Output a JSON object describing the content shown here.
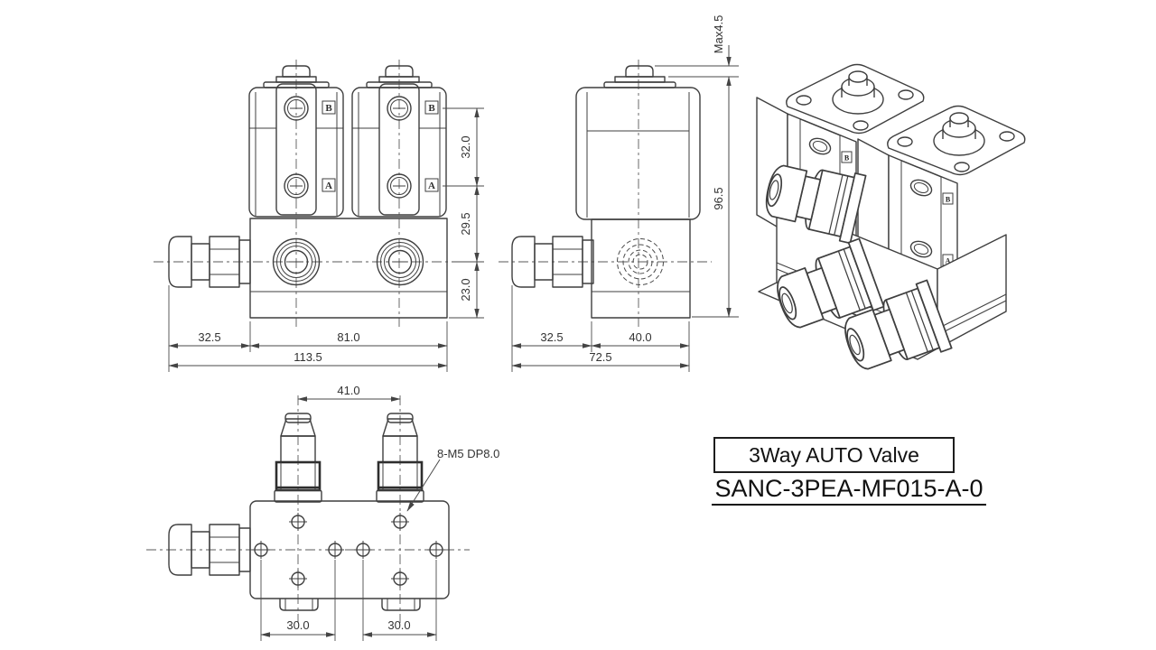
{
  "drawing": {
    "title_block": {
      "title": "3Way AUTO Valve",
      "part_number": "SANC-3PEA-MF015-A-0"
    },
    "views": {
      "front": {
        "port_labels": {
          "b": "B",
          "a": "A"
        },
        "dims": {
          "port_spacing": "32.0",
          "port_to_base_port": "29.5",
          "base_port_to_bottom": "23.0",
          "fitting_length": "32.5",
          "base_width": "81.0",
          "overall_width": "113.5"
        }
      },
      "side": {
        "dims": {
          "button_height": "Max4.5",
          "body_height": "96.5",
          "fitting_length": "32.5",
          "base_depth": "40.0",
          "overall_depth": "72.5"
        }
      },
      "bottom": {
        "thread_note": "8-M5 DP8.0",
        "dims": {
          "fitting_spacing": "41.0",
          "hole_spacing_left": "30.0",
          "hole_spacing_right": "30.0"
        }
      },
      "iso": {
        "port_labels": {
          "b": "B",
          "a": "A"
        }
      }
    },
    "colors": {
      "line": "#3f3f3f",
      "dimension": "#4a4a4a",
      "text": "#333333",
      "title_text": "#111111",
      "background": "#ffffff"
    }
  }
}
